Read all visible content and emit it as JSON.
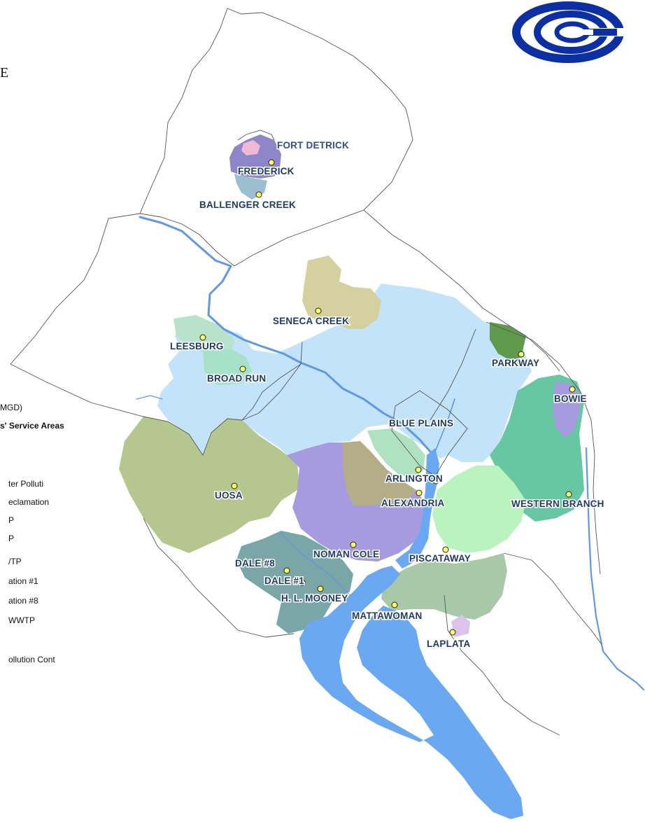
{
  "header": {
    "letter": "E"
  },
  "logo": {
    "name": "gc-logo",
    "color": "#0c2fa3"
  },
  "legend": {
    "lines": [
      {
        "text": "MGD)",
        "bold": false
      },
      {
        "text": "s' Service Areas",
        "bold": true
      },
      {
        "text": "ter Polluti",
        "bold": false
      },
      {
        "text": "eclamation",
        "bold": false
      },
      {
        "text": "P",
        "bold": false
      },
      {
        "text": "P",
        "bold": false
      },
      {
        "text": "/TP",
        "bold": false
      },
      {
        "text": "ation #1",
        "bold": false
      },
      {
        "text": "ation #8",
        "bold": false
      },
      {
        "text": "WWTP",
        "bold": false
      },
      {
        "text": "ollution Cont",
        "bold": false
      }
    ]
  },
  "map": {
    "labels": [
      {
        "id": "fort-detrick",
        "text": "FORT DETRICK"
      },
      {
        "id": "frederick",
        "text": "FREDERICK"
      },
      {
        "id": "ballenger-creek",
        "text": "BALLENGER CREEK"
      },
      {
        "id": "seneca-creek",
        "text": "SENECA CREEK"
      },
      {
        "id": "leesburg",
        "text": "LEESBURG"
      },
      {
        "id": "broad-run",
        "text": "BROAD RUN"
      },
      {
        "id": "parkway",
        "text": "PARKWAY"
      },
      {
        "id": "bowie",
        "text": "BOWIE"
      },
      {
        "id": "blue-plains",
        "text": "BLUE PLAINS"
      },
      {
        "id": "arlington",
        "text": "ARLINGTON"
      },
      {
        "id": "alexandria",
        "text": "ALEXANDRIA"
      },
      {
        "id": "uosa",
        "text": "UOSA"
      },
      {
        "id": "western-branch",
        "text": "WESTERN BRANCH"
      },
      {
        "id": "noman-cole",
        "text": "NOMAN COLE"
      },
      {
        "id": "piscataway",
        "text": "PISCATAWAY"
      },
      {
        "id": "dale-8",
        "text": "DALE #8"
      },
      {
        "id": "dale-1",
        "text": "DALE #1"
      },
      {
        "id": "h-l-mooney",
        "text": "H. L. MOONEY"
      },
      {
        "id": "mattawoman",
        "text": "MATTAWOMAN"
      },
      {
        "id": "laplata",
        "text": "LAPLATA"
      }
    ],
    "colors": {
      "blue_plains": "#c3e3fb",
      "water": "#6aa8f2",
      "uosa": "#b5c78f",
      "noman_cole": "#a79be0",
      "western_branch": "#66c7a2",
      "piscataway": "#b9f3bd",
      "mattawoman": "#a8c8a8",
      "seneca_creek": "#d5d0a0",
      "parkway": "#5f9a4d",
      "frederick": "#8e86c9",
      "ballenger_creek": "#9bbed0",
      "leesburg": "#b8e2ca",
      "broad_run": "#a7e2c8",
      "alexandria": "#b5ac88",
      "arlington": "#aee2c1",
      "mooney": "#7aa6a8",
      "laplata": "#dcc3ee",
      "fort_detrick": "#f0b9d3"
    }
  }
}
